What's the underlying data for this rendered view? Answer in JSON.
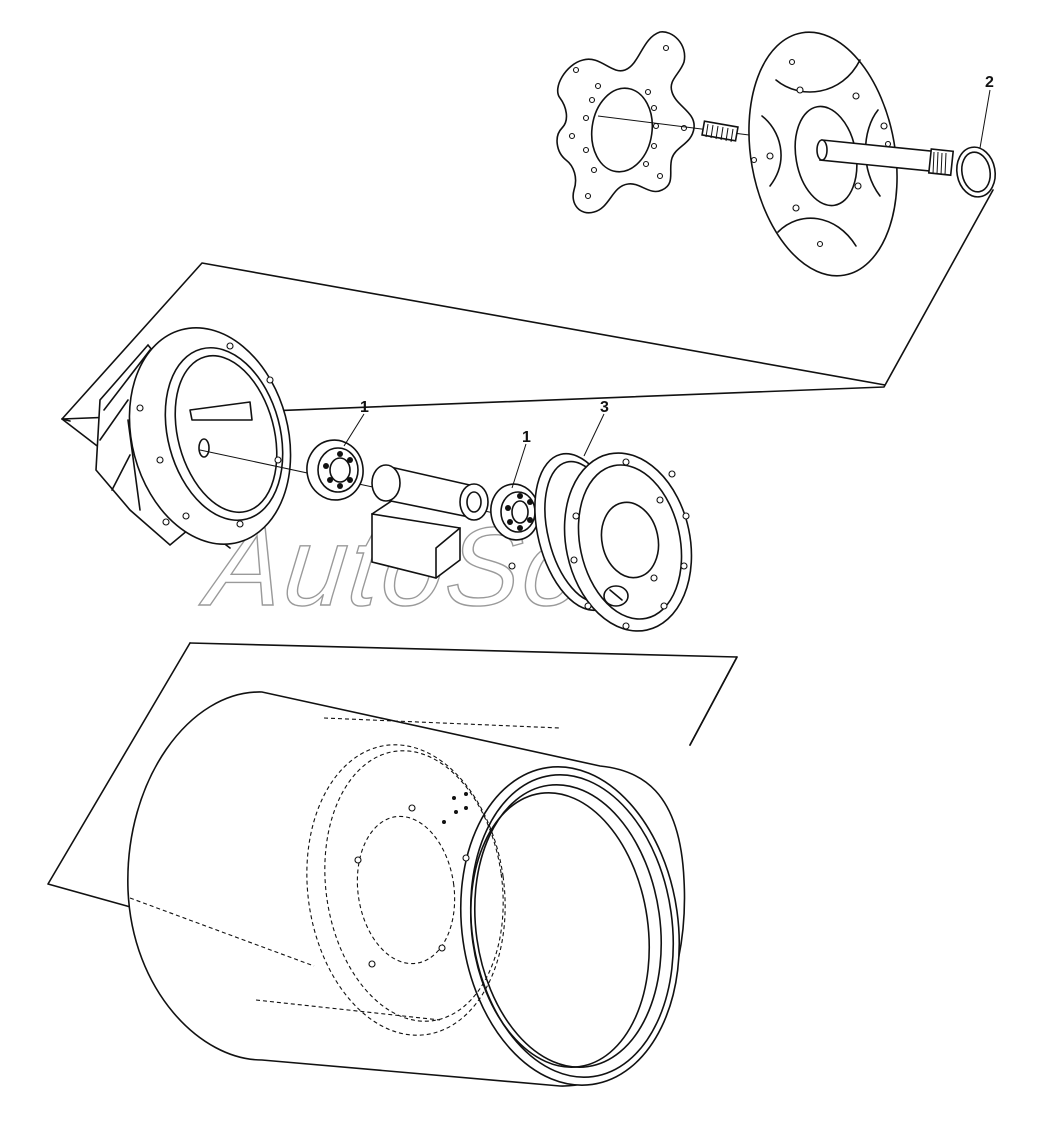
{
  "diagram": {
    "callouts": [
      {
        "id": "bearing-left",
        "label": "1"
      },
      {
        "id": "bearing-right",
        "label": "1"
      },
      {
        "id": "shaft-ring",
        "label": "2"
      },
      {
        "id": "seal-cover",
        "label": "3"
      }
    ],
    "watermark": "AutoSoft"
  }
}
